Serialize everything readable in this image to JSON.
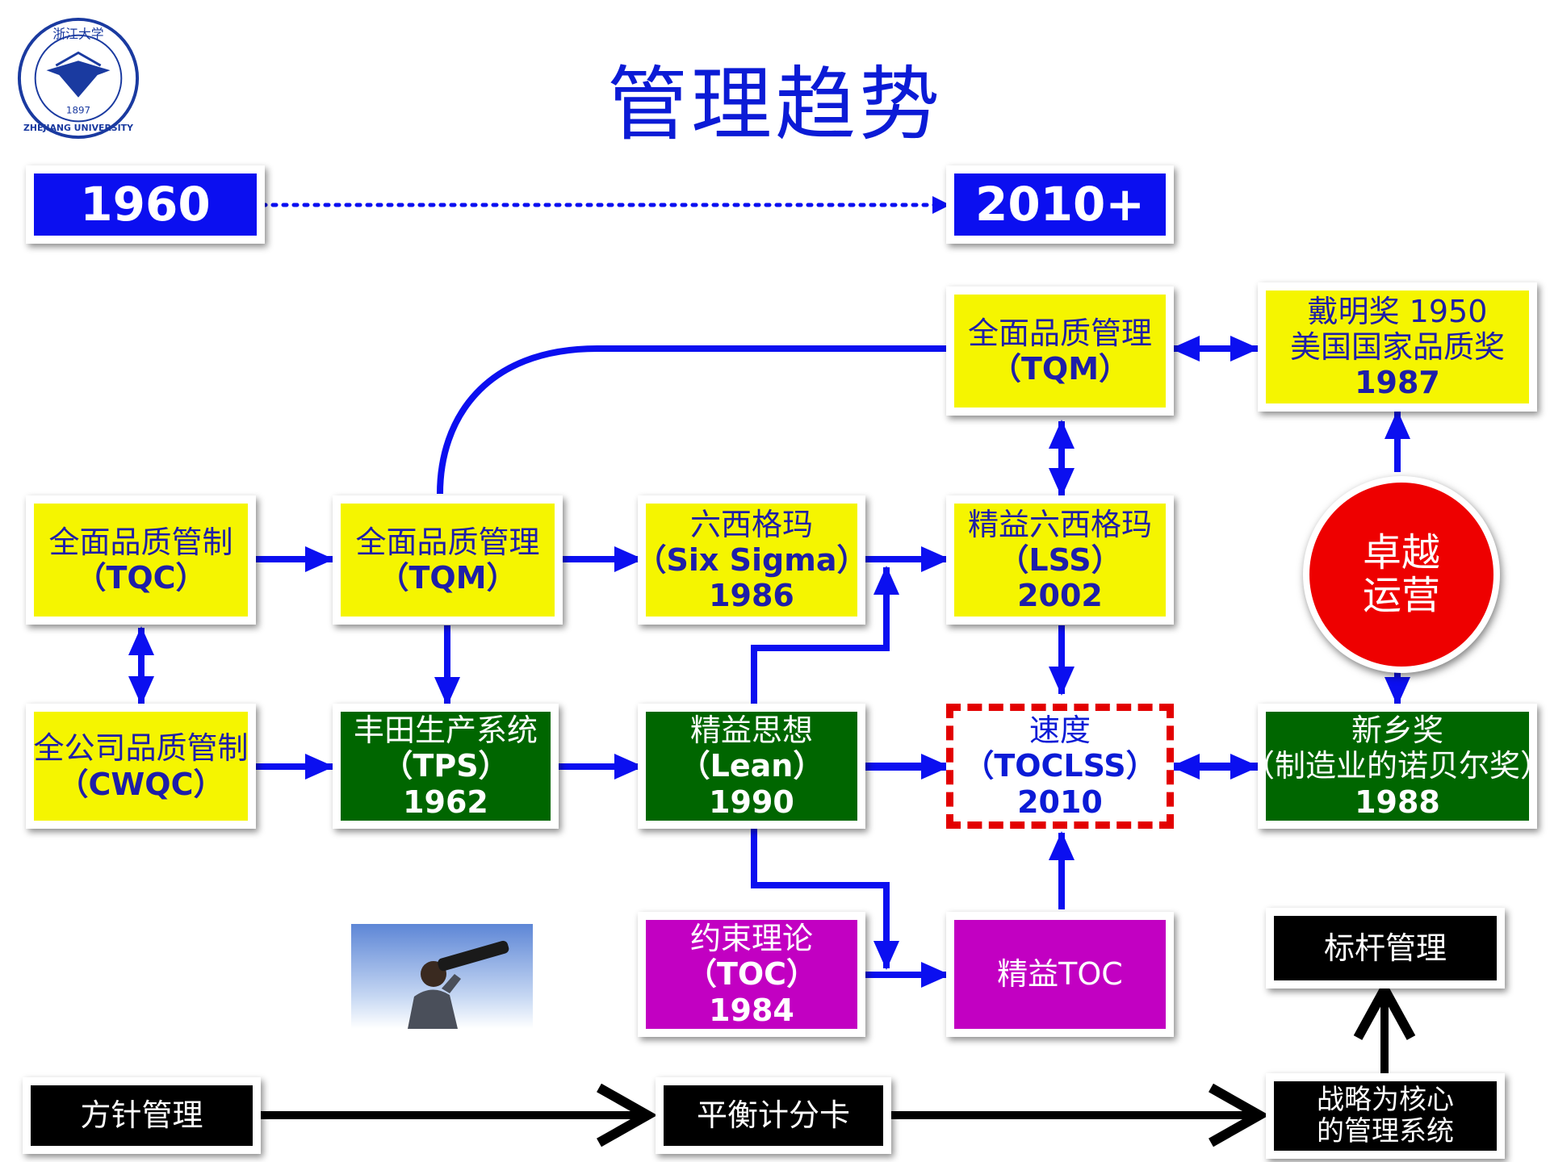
{
  "title": "管理趋势",
  "logo": {
    "text": "浙江大学",
    "year": "1897",
    "name": "ZHEJIANG UNIVERSITY"
  },
  "timeline": {
    "start": "1960",
    "end": "2010+"
  },
  "boxes": {
    "tqc": [
      "全面品质管制",
      "（TQC）"
    ],
    "tqm_mid": [
      "全面品质管理",
      "（TQM）"
    ],
    "six_sigma": [
      "六西格玛",
      "（Six Sigma）",
      "1986"
    ],
    "lss": [
      "精益六西格玛",
      "（LSS）",
      "2002"
    ],
    "tqm_top": [
      "全面品质管理",
      "（TQM）"
    ],
    "deming": [
      "戴明奖 1950",
      "美国国家品质奖",
      "1987"
    ],
    "cwqc": [
      "全公司品质管制",
      "（CWQC）"
    ],
    "tps": [
      "丰田生产系统",
      "（TPS）",
      "1962"
    ],
    "lean": [
      "精益思想",
      "（Lean）",
      "1990"
    ],
    "toclss": [
      "速度",
      "（TOCLSS）",
      "2010"
    ],
    "shingo": [
      "新乡奖",
      "（制造业的诺贝尔奖）",
      "1988"
    ],
    "toc": [
      "约束理论",
      "（TOC）",
      "1984"
    ],
    "lean_toc": [
      "精益TOC"
    ],
    "benchmark": [
      "标杆管理"
    ],
    "hoshin": [
      "方针管理"
    ],
    "bsc": [
      "平衡计分卡"
    ],
    "strategy": [
      "战略为核心",
      "的管理系统"
    ],
    "excellence": [
      "卓越",
      "运营"
    ]
  },
  "colors": {
    "blue_line": "#0b0ff0",
    "title_blue": "#0b1bd6",
    "yellow": "#f5f500",
    "green": "#006600",
    "purple": "#c200c2",
    "red": "#ee0000",
    "black": "#000000"
  },
  "icons": {
    "logo": "zhejiang-university-logo",
    "photo": "man-with-telescope-photo"
  }
}
